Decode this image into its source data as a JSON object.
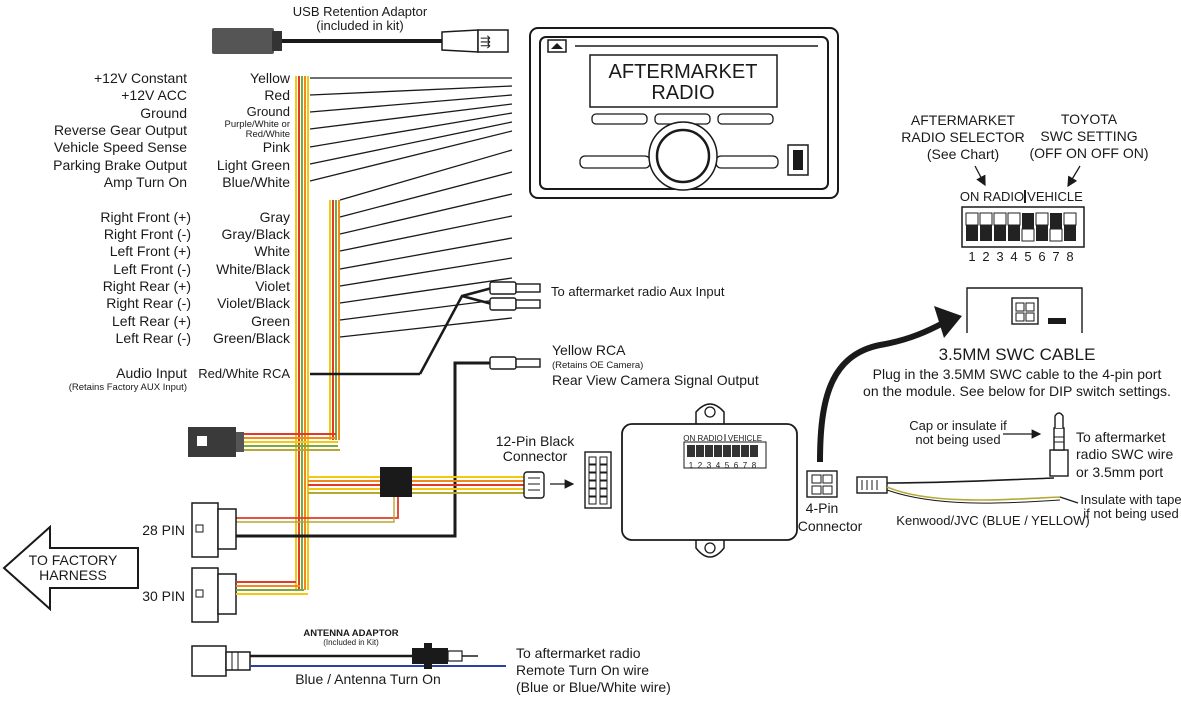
{
  "usb": {
    "title": "USB Retention Adaptor",
    "subtitle": "(included in kit)"
  },
  "radio": {
    "line1": "AFTERMARKET",
    "line2": "RADIO"
  },
  "functions_top": [
    "+12V Constant",
    "+12V ACC",
    "Ground",
    "Reverse Gear Output",
    "Vehicle Speed Sense",
    "Parking Brake Output",
    "Amp Turn On"
  ],
  "colors_top": [
    "Yellow",
    "Red",
    "Ground",
    "Purple/White or",
    "Red/White",
    "Pink",
    "Light Green",
    "Blue/White"
  ],
  "functions_speakers": [
    "Right Front (+)",
    "Right Front (-)",
    "Left Front (+)",
    "Left Front (-)",
    "Right Rear (+)",
    "Right Rear (-)",
    "Left Rear (+)",
    "Left Rear (-)"
  ],
  "colors_speakers": [
    "Gray",
    "Gray/Black",
    "White",
    "White/Black",
    "Violet",
    "Violet/Black",
    "Green",
    "Green/Black"
  ],
  "audio_input": {
    "label": "Audio Input",
    "sub": "(Retains Factory AUX Input)",
    "color": "Red/White RCA"
  },
  "aux_label": "To aftermarket radio Aux Input",
  "yellow_rca": {
    "title": "Yellow RCA",
    "sub": "(Retains OE Camera)",
    "desc": "Rear View Camera Signal Output"
  },
  "connector12": {
    "line1": "12-Pin Black",
    "line2": "Connector"
  },
  "module": {
    "dip_left": "ON RADIO",
    "dip_right": "VEHICLE",
    "dip_numbers": [
      "1",
      "2",
      "3",
      "4",
      "5",
      "6",
      "7",
      "8"
    ]
  },
  "connector4": {
    "line1": "4-Pin",
    "line2": "Connector"
  },
  "selector": {
    "line1": "AFTERMARKET",
    "line2": "RADIO SELECTOR",
    "line3": "(See Chart)"
  },
  "toyota": {
    "line1": "TOYOTA",
    "line2": "SWC SETTING",
    "line3": "(OFF  ON  OFF  ON)"
  },
  "dip_large": {
    "left": "ON RADIO",
    "right": "VEHICLE",
    "numbers": [
      "1",
      "2",
      "3",
      "4",
      "5",
      "6",
      "7",
      "8"
    ]
  },
  "swc": {
    "title": "3.5MM SWC CABLE",
    "desc1": "Plug in the 3.5MM SWC cable to the 4-pin port",
    "desc2": "on the module. See below for DIP switch settings."
  },
  "cap": {
    "line1": "Cap or insulate if",
    "line2": "not being used"
  },
  "to_radio_swc": {
    "line1": "To aftermarket",
    "line2": "radio SWC wire",
    "line3": "or 3.5mm port"
  },
  "insulate": {
    "line1": "Insulate with tape",
    "line2": "if not being used"
  },
  "kenwood": "Kenwood/JVC (BLUE / YELLOW)",
  "pins": {
    "p28": "28 PIN",
    "p30": "30 PIN"
  },
  "factory": {
    "line1": "TO FACTORY",
    "line2": "HARNESS"
  },
  "antenna": {
    "title": "ANTENNA ADAPTOR",
    "sub": "(Included in Kit)",
    "wire": "Blue / Antenna Turn On"
  },
  "remote": {
    "line1": "To aftermarket radio",
    "line2": "Remote Turn On wire",
    "line3": "(Blue or Blue/White wire)"
  },
  "palette": {
    "yellow": "#f2c811",
    "red": "#e03a2a",
    "orange": "#f08a1c",
    "green": "#7aa83a",
    "blue": "#2b3fa8",
    "black": "#1a1a1a",
    "olive": "#b5a934"
  }
}
